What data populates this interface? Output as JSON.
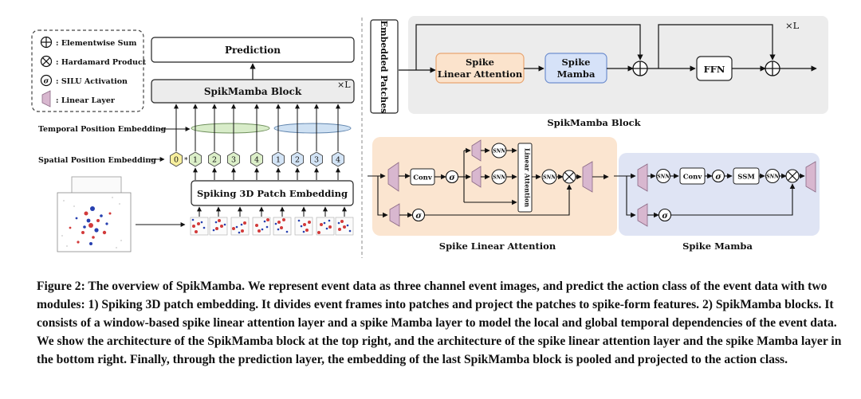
{
  "legend": {
    "items": [
      {
        "symbol": "sum",
        "label": ": Elementwise Sum"
      },
      {
        "symbol": "product",
        "label": ": Hardamard Product"
      },
      {
        "symbol": "sigma",
        "label": ": SILU Activation"
      },
      {
        "symbol": "linear",
        "label": ": Linear Layer"
      }
    ],
    "sigma_glyph": "σ"
  },
  "left": {
    "prediction": "Prediction",
    "block": "SpikMamba Block",
    "repeat": "×L",
    "temporal_label": "Temporal Position Embedding",
    "spatial_label": "Spatial Position Embedding",
    "patch_embed": "Spiking 3D Patch Embedding",
    "tokens": [
      "0",
      "1",
      "2",
      "3",
      "4",
      "1",
      "2",
      "3",
      "4"
    ],
    "token_star": "*"
  },
  "block_detail": {
    "input": "Embedded Patches",
    "sla_line1": "Spike",
    "sla_line2": "Linear Attention",
    "mamba_line1": "Spike",
    "mamba_line2": "Mamba",
    "ffn": "FFN",
    "repeat": "×L",
    "title": "SpikMamba Block"
  },
  "sla": {
    "conv": "Conv",
    "snn": "SNN",
    "linear_attention": "Linear Attention",
    "sigma": "σ",
    "title": "Spike Linear Attention"
  },
  "mamba": {
    "conv": "Conv",
    "ssm": "SSM",
    "snn": "SNN",
    "sigma": "σ",
    "title": "Spike Mamba"
  },
  "caption": {
    "head": "Figure 2: The overview of SpikMamba.",
    "body": "We represent event data as three channel event images, and predict the action class of the event data with two modules: 1) Spiking 3D patch embedding. It divides event frames into patches and project the patches to spike-form features. 2) SpikMamba blocks. It consists of a window-based spike linear attention layer and a spike Mamba layer to model the local and global temporal dependencies of the event data. We show the architecture of the SpikMamba block at the top right, and the architecture of the spike linear attention layer and the spike Mamba layer in the bottom right. Finally, through the prediction layer, the embedding of the last SpikMamba block is pooled and projected to the action class."
  },
  "colors": {
    "block_bg": "#ececec",
    "sla_bg": "#fbe5d0",
    "mamba_bg": "#dfe4f4",
    "sla_box": "#fbe3cc",
    "sla_box_border": "#e8a571",
    "mamba_box": "#d6e2f8",
    "mamba_box_border": "#6f8fcf",
    "temporal_green": "#d8ecc9",
    "temporal_blue": "#cfe1f3",
    "linear_fill": "#d8b7cf",
    "token_yellow": "#f7ef9d",
    "token_green": "#dcefc9",
    "token_blue": "#d3e4f6"
  }
}
